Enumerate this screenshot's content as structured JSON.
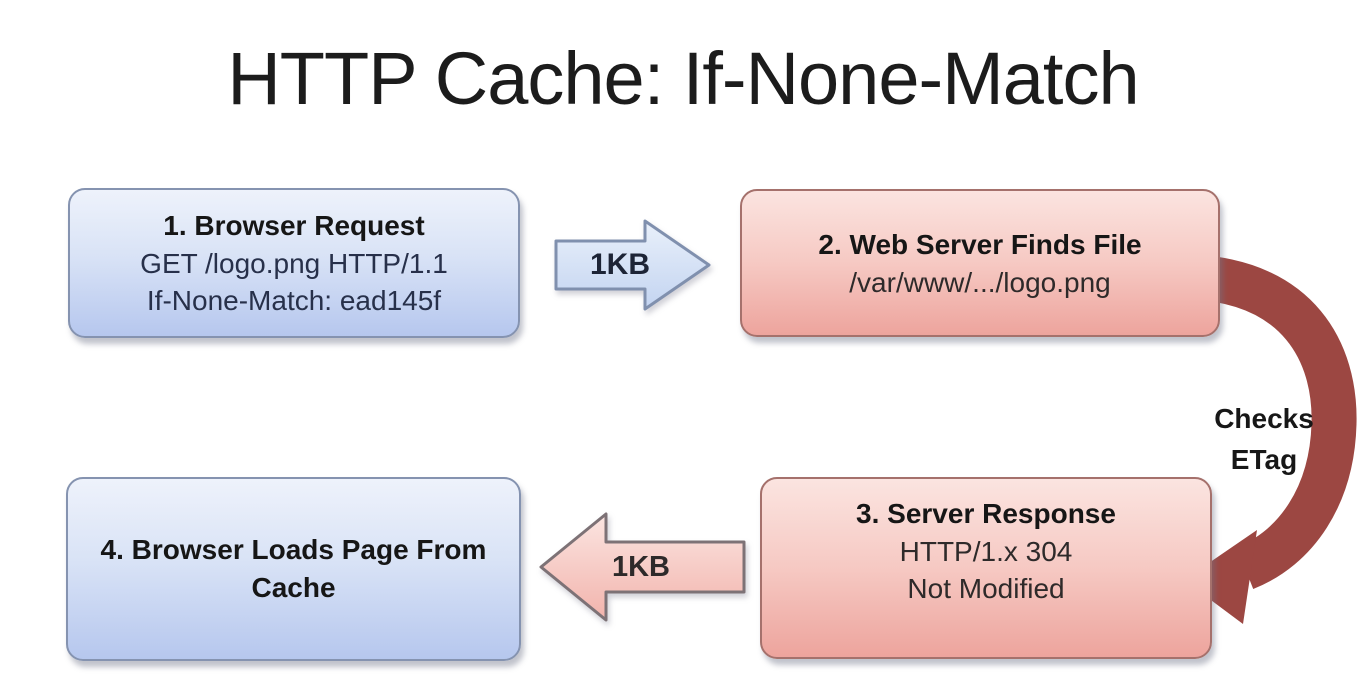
{
  "title": "HTTP Cache: If-None-Match",
  "diagram": {
    "boxes": [
      {
        "heading": "1. Browser Request",
        "line1": "GET /logo.png HTTP/1.1",
        "line2": "If-None-Match: ead145f"
      },
      {
        "heading": "2. Web Server Finds File",
        "line1": "/var/www/.../logo.png"
      },
      {
        "heading": "3. Server Response",
        "line1": "HTTP/1.x 304",
        "line2": "Not Modified"
      },
      {
        "heading": "4. Browser Loads Page From Cache"
      }
    ],
    "arrows": {
      "request": {
        "label": "1KB",
        "direction": "right"
      },
      "response": {
        "label": "1KB",
        "direction": "left"
      },
      "etag_check": {
        "line1": "Checks",
        "line2": "ETag",
        "direction": "curved-down"
      }
    }
  },
  "palette": {
    "browser_blue": "#b6c7ee",
    "server_pink": "#eda49d",
    "etag_arrow_red": "#9c4742",
    "text_dark": "#1c1c1c"
  }
}
